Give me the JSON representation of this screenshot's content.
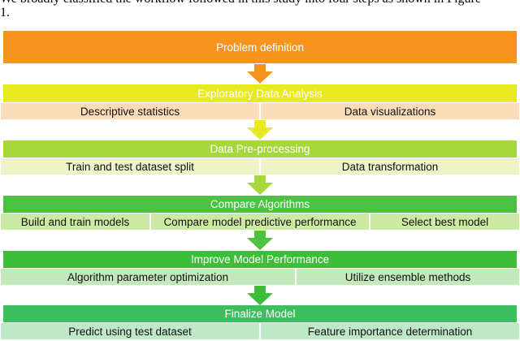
{
  "intro_text": "We broadly classified the workflow followed in this study into four steps as shown in Figure\n1.",
  "steps": [
    {
      "title": "Problem definition",
      "color": "#f7941d",
      "items": []
    },
    {
      "title": "Exploratory Data Analysis",
      "color": "#e7ea1e",
      "subcolor": "#fbdcb8",
      "items": [
        "Descriptive statistics",
        "Data visualizations"
      ]
    },
    {
      "title": "Data Pre-processing",
      "color": "#a6d83c",
      "subcolor": "#eef4c8",
      "items": [
        "Train and test dataset split",
        "Data transformation"
      ]
    },
    {
      "title": "Compare Algorithms",
      "color": "#4dc142",
      "subcolor": "#cdeaa4",
      "items": [
        "Build and train models",
        "Compare model predictive performance",
        "Select best model"
      ]
    },
    {
      "title": "Improve Model Performance",
      "color": "#3dbd3a",
      "subcolor": "#c3e8b9",
      "items": [
        "Algorithm parameter optimization",
        "Utilize ensemble methods"
      ]
    },
    {
      "title": "Finalize Model",
      "color": "#3cbe5e",
      "subcolor": "#bfe8c7",
      "items": [
        "Predict using test dataset",
        "Feature importance determination"
      ]
    }
  ],
  "arrows": [
    {
      "color": "#f7941d"
    },
    {
      "color": "#e7ea1e"
    },
    {
      "color": "#a6d83c"
    },
    {
      "color": "#4dc142"
    },
    {
      "color": "#3dbd3a"
    }
  ]
}
